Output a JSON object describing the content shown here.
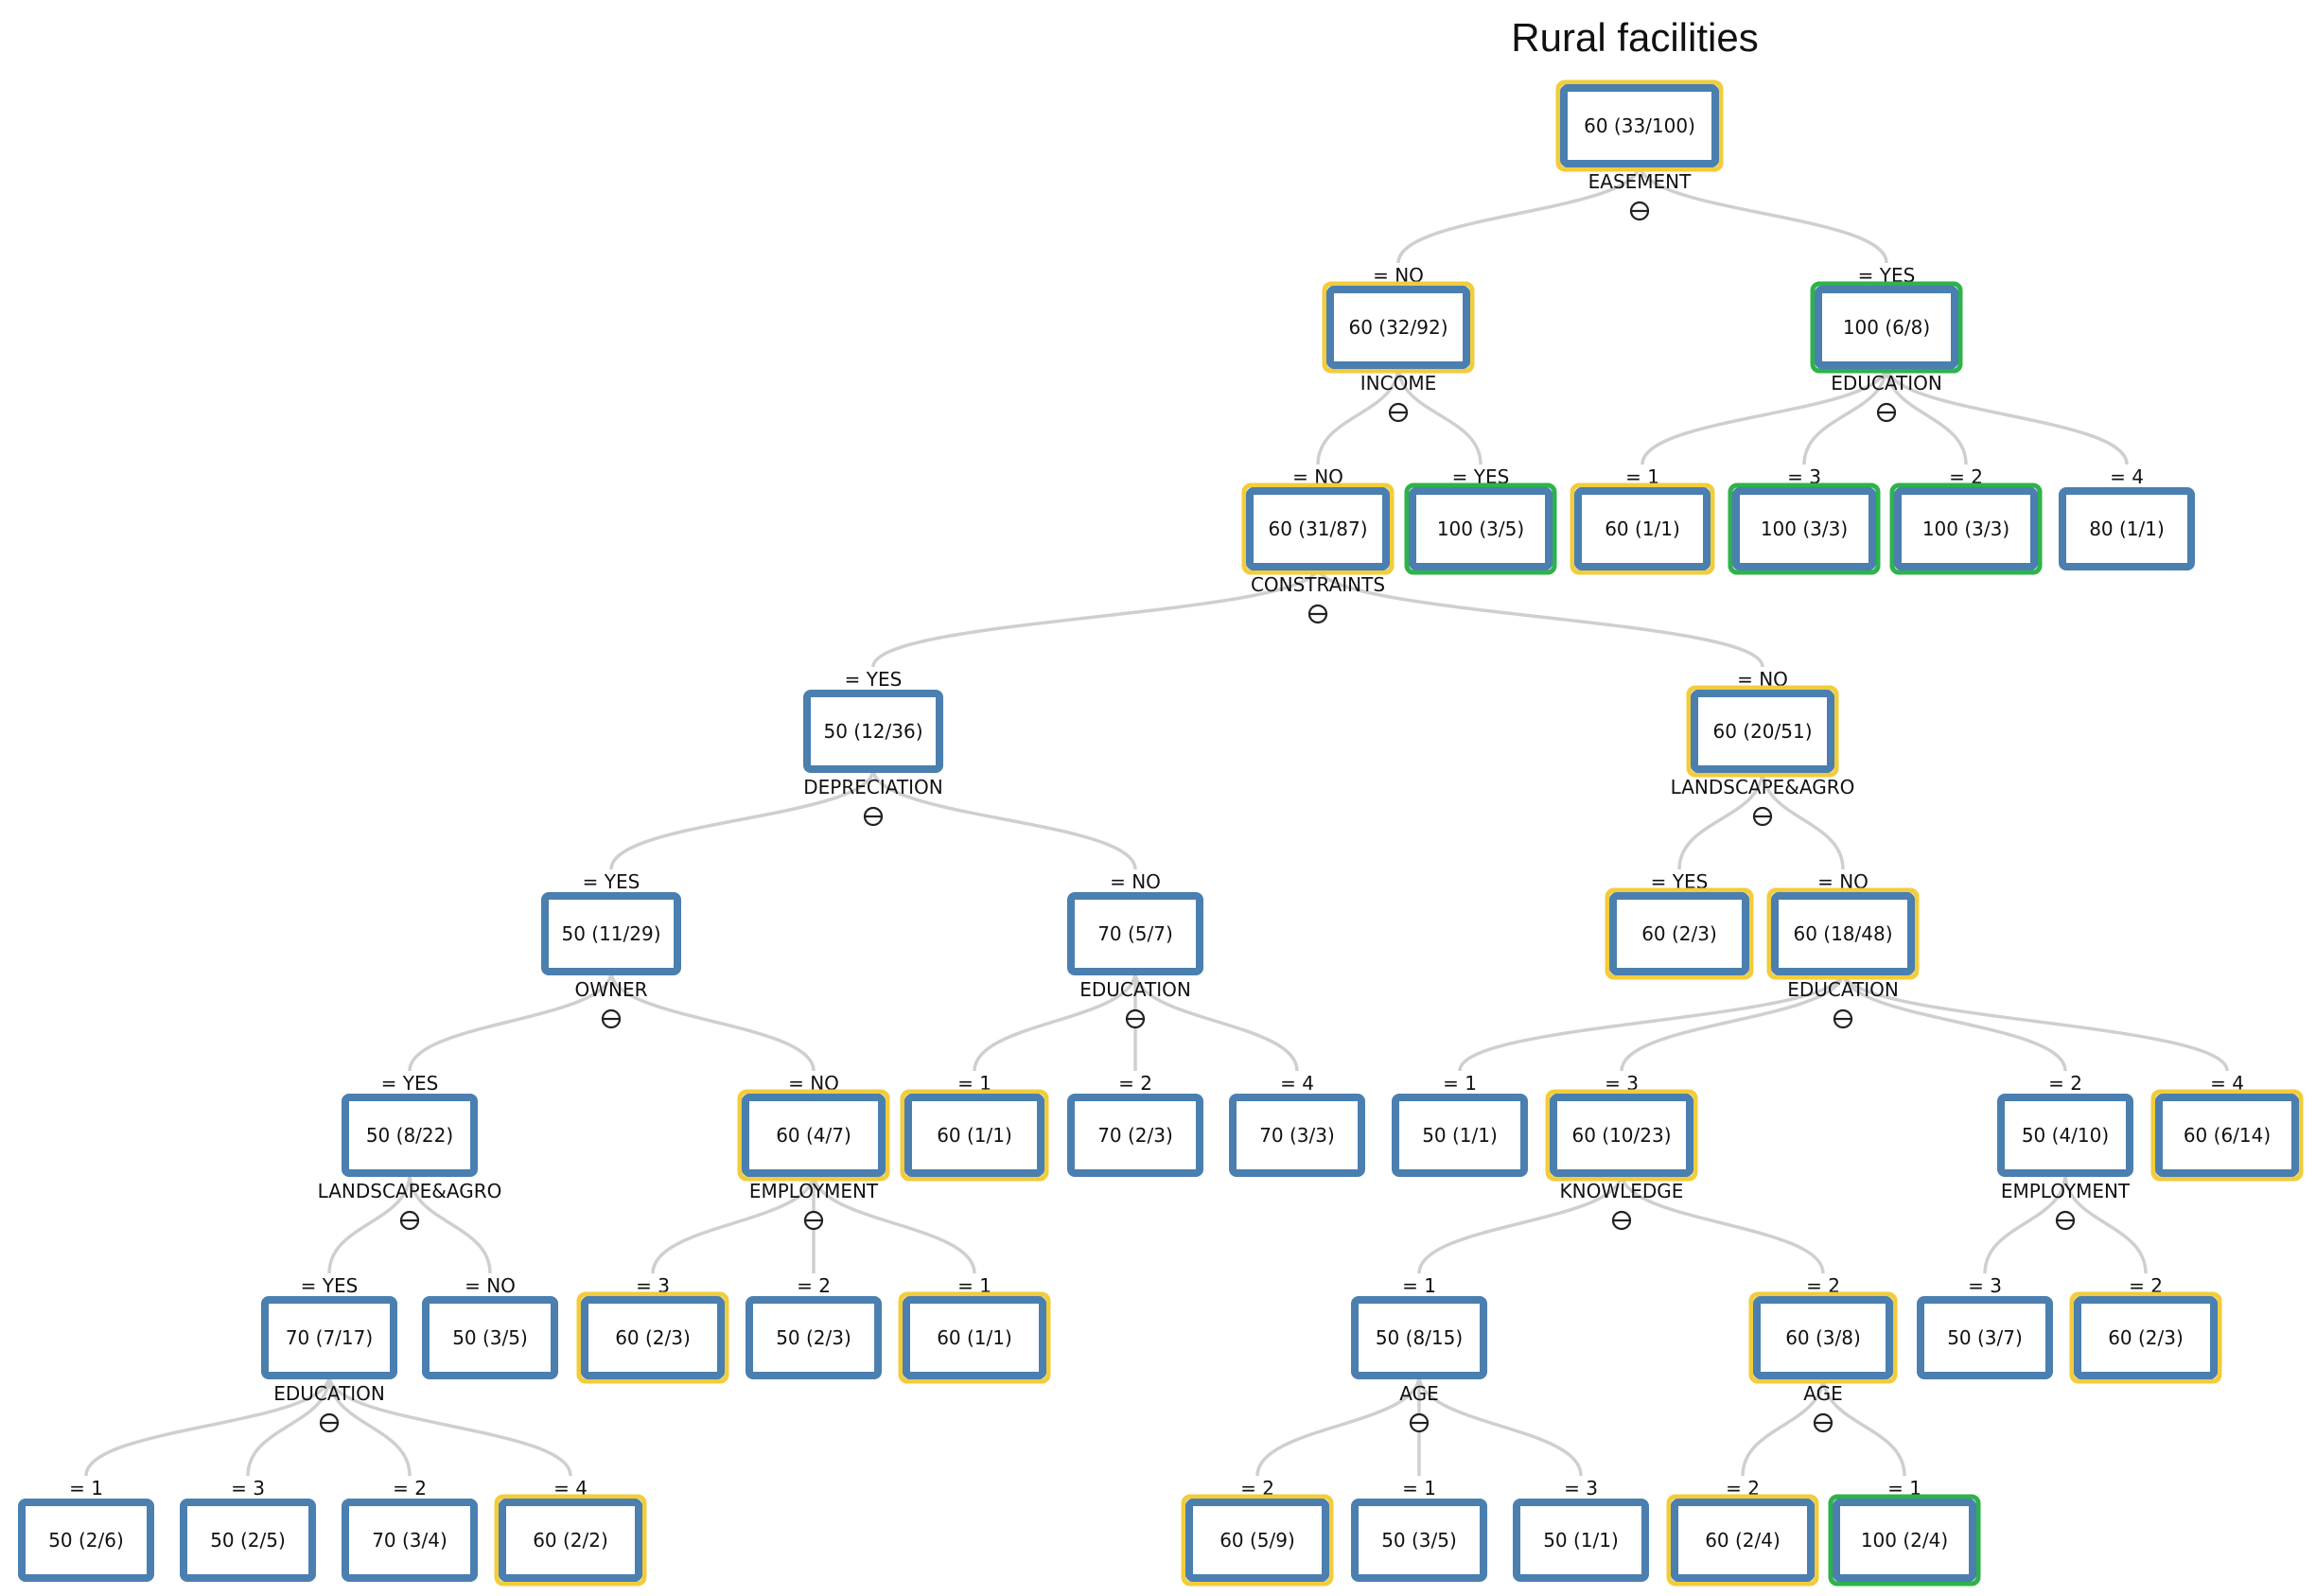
{
  "title": "Rural facilities",
  "colors": {
    "blue": "#4a7fb0",
    "yellow": "#f2cc3a",
    "green": "#2db34a",
    "edge": "#cfcfcf"
  },
  "nodes": [
    {
      "id": "root",
      "value": "60 (33/100)",
      "split": "EASEMENT",
      "hl": "yellow"
    },
    {
      "id": "n1",
      "parent": "root",
      "branch": "= NO",
      "value": "60 (32/92)",
      "split": "INCOME",
      "hl": "yellow"
    },
    {
      "id": "n2",
      "parent": "root",
      "branch": "= YES",
      "value": "100 (6/8)",
      "split": "EDUCATION",
      "hl": "green"
    },
    {
      "id": "n3",
      "parent": "n1",
      "branch": "= NO",
      "value": "60 (31/87)",
      "split": "CONSTRAINTS",
      "hl": "yellow"
    },
    {
      "id": "n4",
      "parent": "n1",
      "branch": "= YES",
      "value": "100 (3/5)",
      "hl": "green"
    },
    {
      "id": "n5",
      "parent": "n2",
      "branch": "= 1",
      "value": "60 (1/1)",
      "hl": "yellow"
    },
    {
      "id": "n6",
      "parent": "n2",
      "branch": "= 3",
      "value": "100 (3/3)",
      "hl": "green"
    },
    {
      "id": "n7",
      "parent": "n2",
      "branch": "= 2",
      "value": "100 (3/3)",
      "hl": "green"
    },
    {
      "id": "n8",
      "parent": "n2",
      "branch": "= 4",
      "value": "80 (1/1)",
      "hl": "none"
    },
    {
      "id": "n9",
      "parent": "n3",
      "branch": "= YES",
      "value": "50 (12/36)",
      "split": "DEPRECIATION",
      "hl": "none"
    },
    {
      "id": "n10",
      "parent": "n3",
      "branch": "= NO",
      "value": "60 (20/51)",
      "split": "LANDSCAPE&AGRO",
      "hl": "yellow"
    },
    {
      "id": "n11",
      "parent": "n9",
      "branch": "= YES",
      "value": "50 (11/29)",
      "split": "OWNER",
      "hl": "none"
    },
    {
      "id": "n12",
      "parent": "n9",
      "branch": "= NO",
      "value": "70 (5/7)",
      "split": "EDUCATION",
      "hl": "none"
    },
    {
      "id": "n13",
      "parent": "n10",
      "branch": "= YES",
      "value": "60 (2/3)",
      "hl": "yellow"
    },
    {
      "id": "n14",
      "parent": "n10",
      "branch": "= NO",
      "value": "60 (18/48)",
      "split": "EDUCATION",
      "hl": "yellow"
    },
    {
      "id": "n15",
      "parent": "n11",
      "branch": "= YES",
      "value": "50 (8/22)",
      "split": "LANDSCAPE&AGRO",
      "hl": "none"
    },
    {
      "id": "n16",
      "parent": "n11",
      "branch": "= NO",
      "value": "60 (4/7)",
      "split": "EMPLOYMENT",
      "hl": "yellow"
    },
    {
      "id": "n17",
      "parent": "n12",
      "branch": "= 1",
      "value": "60 (1/1)",
      "hl": "yellow"
    },
    {
      "id": "n18",
      "parent": "n12",
      "branch": "= 2",
      "value": "70 (2/3)",
      "hl": "none"
    },
    {
      "id": "n19",
      "parent": "n12",
      "branch": "= 4",
      "value": "70 (3/3)",
      "hl": "none"
    },
    {
      "id": "n20",
      "parent": "n14",
      "branch": "= 1",
      "value": "50 (1/1)",
      "hl": "none"
    },
    {
      "id": "n21",
      "parent": "n14",
      "branch": "= 3",
      "value": "60 (10/23)",
      "split": "KNOWLEDGE",
      "hl": "yellow"
    },
    {
      "id": "n22",
      "parent": "n14",
      "branch": "= 2",
      "value": "50 (4/10)",
      "split": "EMPLOYMENT",
      "hl": "none"
    },
    {
      "id": "n23",
      "parent": "n14",
      "branch": "= 4",
      "value": "60 (6/14)",
      "hl": "yellow"
    },
    {
      "id": "n24",
      "parent": "n15",
      "branch": "= YES",
      "value": "70 (7/17)",
      "split": "EDUCATION",
      "hl": "none"
    },
    {
      "id": "n25",
      "parent": "n15",
      "branch": "= NO",
      "value": "50 (3/5)",
      "hl": "none"
    },
    {
      "id": "n26",
      "parent": "n16",
      "branch": "= 3",
      "value": "60 (2/3)",
      "hl": "yellow"
    },
    {
      "id": "n27",
      "parent": "n16",
      "branch": "= 2",
      "value": "50 (2/3)",
      "hl": "none"
    },
    {
      "id": "n28",
      "parent": "n16",
      "branch": "= 1",
      "value": "60 (1/1)",
      "hl": "yellow"
    },
    {
      "id": "n29",
      "parent": "n21",
      "branch": "= 1",
      "value": "50 (8/15)",
      "split": "AGE",
      "hl": "none"
    },
    {
      "id": "n30",
      "parent": "n21",
      "branch": "= 2",
      "value": "60 (3/8)",
      "split": "AGE",
      "hl": "yellow"
    },
    {
      "id": "n31",
      "parent": "n22",
      "branch": "= 3",
      "value": "50 (3/7)",
      "hl": "none"
    },
    {
      "id": "n32",
      "parent": "n22",
      "branch": "= 2",
      "value": "60 (2/3)",
      "hl": "yellow"
    },
    {
      "id": "n33",
      "parent": "n24",
      "branch": "= 1",
      "value": "50 (2/6)",
      "hl": "none"
    },
    {
      "id": "n34",
      "parent": "n24",
      "branch": "= 3",
      "value": "50 (2/5)",
      "hl": "none"
    },
    {
      "id": "n35",
      "parent": "n24",
      "branch": "= 2",
      "value": "70 (3/4)",
      "hl": "none"
    },
    {
      "id": "n36",
      "parent": "n24",
      "branch": "= 4",
      "value": "60 (2/2)",
      "hl": "yellow"
    },
    {
      "id": "n37",
      "parent": "n29",
      "branch": "= 2",
      "value": "60 (5/9)",
      "hl": "yellow"
    },
    {
      "id": "n38",
      "parent": "n29",
      "branch": "= 1",
      "value": "50 (3/5)",
      "hl": "none"
    },
    {
      "id": "n39",
      "parent": "n29",
      "branch": "= 3",
      "value": "50 (1/1)",
      "hl": "none"
    },
    {
      "id": "n40",
      "parent": "n30",
      "branch": "= 2",
      "value": "60 (2/4)",
      "hl": "yellow"
    },
    {
      "id": "n41",
      "parent": "n30",
      "branch": "= 1",
      "value": "100 (2/4)",
      "hl": "green"
    }
  ]
}
